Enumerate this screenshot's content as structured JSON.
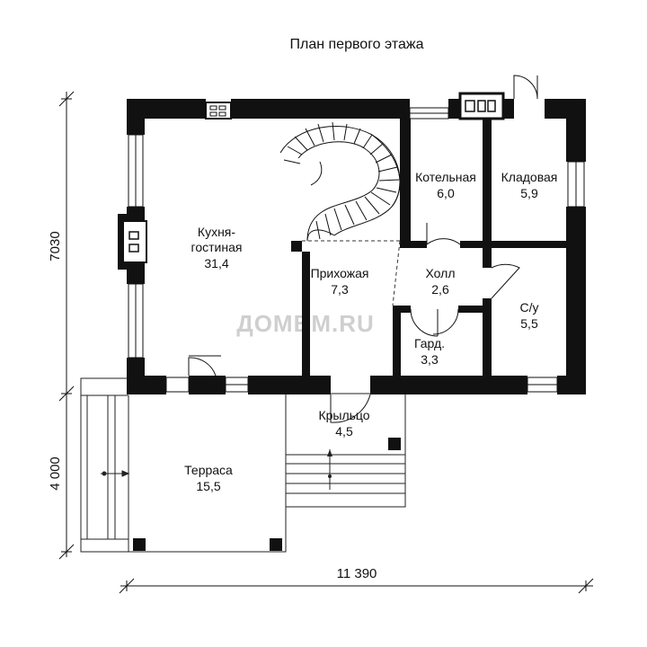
{
  "title": "План первого этажа",
  "watermark": "ДОМВМ.RU",
  "dimensions": {
    "width": "11 390",
    "height_house": "7030",
    "height_terrace": "4 000"
  },
  "rooms": [
    {
      "key": "kitchen",
      "name_line1": "Кухня-",
      "name_line2": "гостиная",
      "area": "31,4"
    },
    {
      "key": "boiler",
      "name": "Котельная",
      "area": "6,0"
    },
    {
      "key": "pantry",
      "name": "Кладовая",
      "area": "5,9"
    },
    {
      "key": "hallway",
      "name": "Прихожая",
      "area": "7,3"
    },
    {
      "key": "hall",
      "name": "Холл",
      "area": "2,6"
    },
    {
      "key": "bathroom",
      "name": "С/у",
      "area": "5,5"
    },
    {
      "key": "wardrobe",
      "name": "Гард.",
      "area": "3,3"
    },
    {
      "key": "porch",
      "name": "Крыльцо",
      "area": "4,5"
    },
    {
      "key": "terrace",
      "name": "Терраса",
      "area": "15,5"
    }
  ]
}
